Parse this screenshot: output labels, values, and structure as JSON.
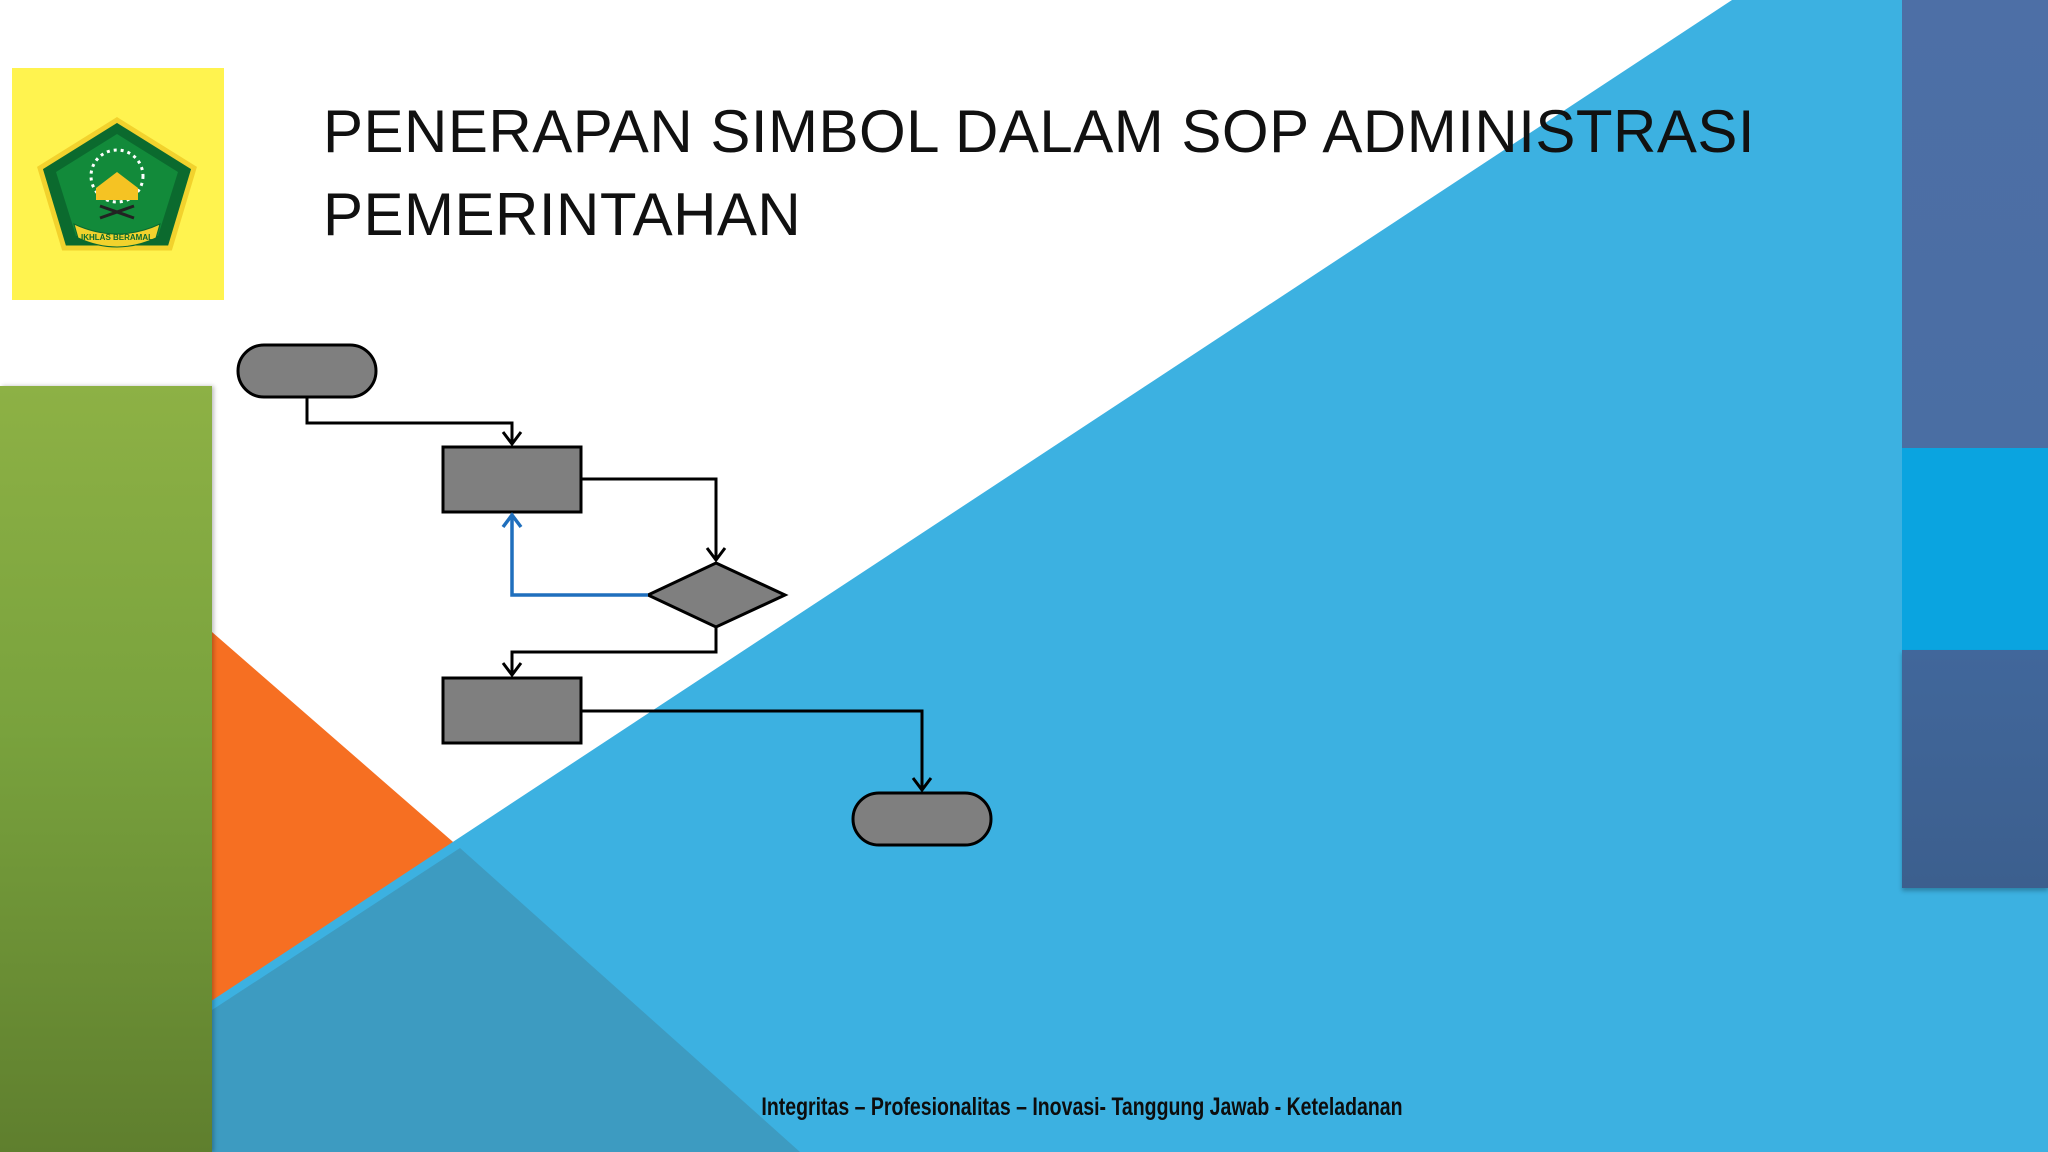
{
  "slide": {
    "title_lines": [
      "PENERAPAN SIMBOL DALAM SOP ADMINISTRASI",
      "PEMERINTAHAN"
    ],
    "footer": "Integritas – Profesionalitas – Inovasi- Tanggung Jawab - Keteladanan",
    "logo_text": "IKHLAS BERAMAL"
  },
  "colors": {
    "background": "#ffffff",
    "sky_blue": "#3cb1e1",
    "orange": "#f66f22",
    "steel_blue": "#3d9bc1",
    "green_bar": "#7ca63e",
    "navy_bar": "#4a6ea3",
    "cyan_bar": "#0aa4e0",
    "logo_background": "#fff34f",
    "shape_fill": "#7f7f7f",
    "connector": "#000000",
    "loop_connector": "#1f6fbd"
  },
  "flowchart": {
    "symbols": [
      "start-terminator",
      "process",
      "decision",
      "process",
      "end-terminator"
    ],
    "loop_back": "decision-to-process"
  }
}
